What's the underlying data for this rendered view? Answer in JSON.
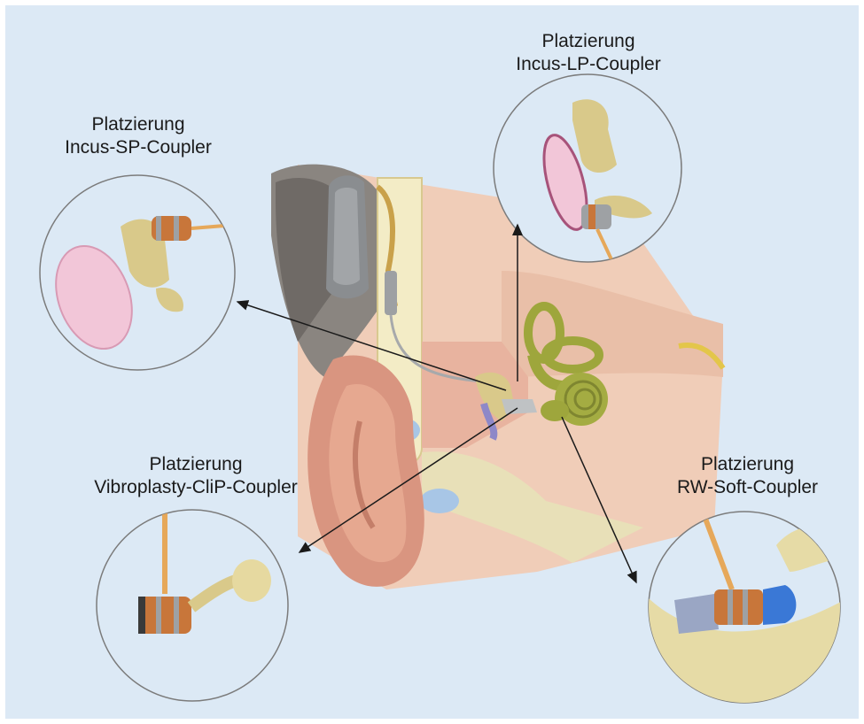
{
  "labels": {
    "incus_sp": {
      "line1": "Platzierung",
      "line2": "Incus-SP-Coupler"
    },
    "incus_lp": {
      "line1": "Platzierung",
      "line2": "Incus-LP-Coupler"
    },
    "vibroplasty": {
      "line1": "Platzierung",
      "line2": "Vibroplasty-CliP-Coupler"
    },
    "rw_soft": {
      "line1": "Platzierung",
      "line2": "RW-Soft-Coupler"
    }
  },
  "colors": {
    "background": "#dce9f5",
    "skin": "#f0cdb8",
    "ossicles": "#d9c98a",
    "cochlea": "#9ea63c",
    "eardrum": "#e9b3cb",
    "implant": "#8a8d90",
    "coupler_copper": "#c8763a",
    "bone": "#e6dba6"
  }
}
